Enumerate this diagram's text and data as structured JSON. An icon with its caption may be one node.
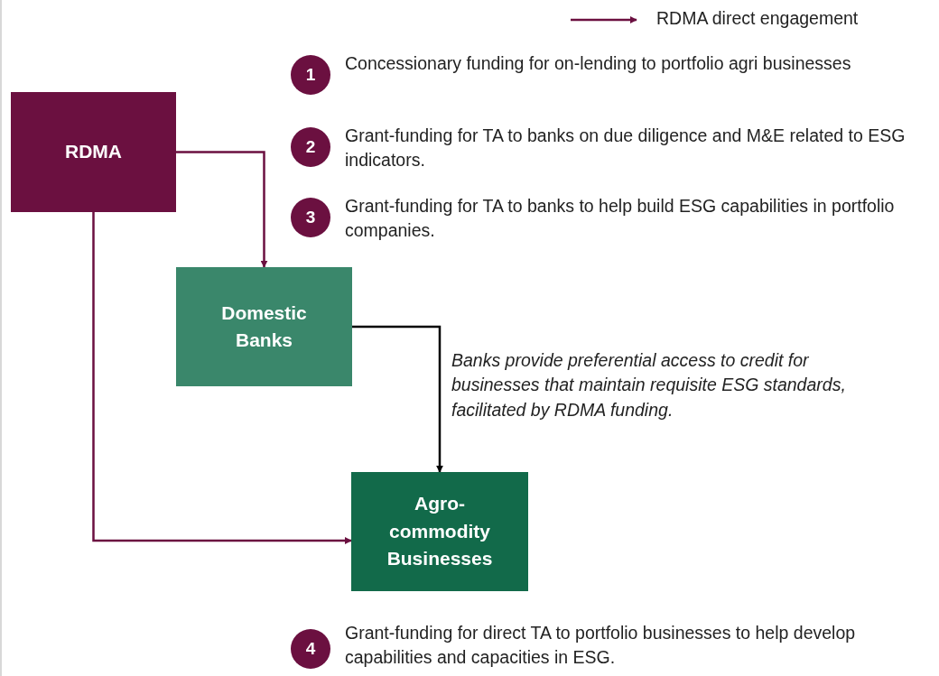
{
  "diagram": {
    "nodes": [
      {
        "text": [
          "RDMA"
        ]
      },
      {
        "text": [
          "Domestic Banks"
        ]
      },
      {
        "text": [
          "Agro-commodity Businesses"
        ]
      },
      {
        "text": [
          "1"
        ],
        "beside": [
          "Concessionary funding for on-lending to portfolio agri businesses"
        ]
      },
      {
        "text": [
          "2"
        ],
        "beside": [
          "Grant-funding for TA to banks on due diligence and M&E related to ESG indicators."
        ]
      },
      {
        "text": [
          "3"
        ],
        "beside": [
          "Grant-funding for TA to banks to help build ESG capabilities in portfolio companies."
        ]
      },
      {
        "text": [
          "4"
        ],
        "beside": [
          "Grant-funding for direct TA to portfolio businesses to help develop capabilities and capacities in ESG."
        ]
      }
    ],
    "edges": [
      {
        "from": 0,
        "to": 1,
        "arrow": "to"
      },
      {
        "from": 1,
        "to": 2,
        "arrow": "to",
        "color": "#000000",
        "label": "Banks provide preferential access to credit for businesses that maintain requisite ESG standards, facilitated by RDMA funding."
      },
      {
        "from": 0,
        "to": 2,
        "arrow": "to"
      }
    ],
    "legend": [
      {
        "text": "RDMA direct engagement"
      }
    ]
  }
}
